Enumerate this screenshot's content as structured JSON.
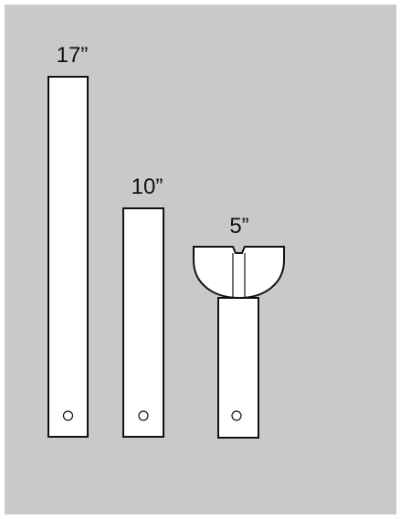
{
  "colors": {
    "background": "#c8c9cb",
    "rod_fill": "#ffffff",
    "outline": "#111111"
  },
  "rods": [
    {
      "length_label": "17”"
    },
    {
      "length_label": "10”"
    },
    {
      "length_label": "5”"
    }
  ]
}
